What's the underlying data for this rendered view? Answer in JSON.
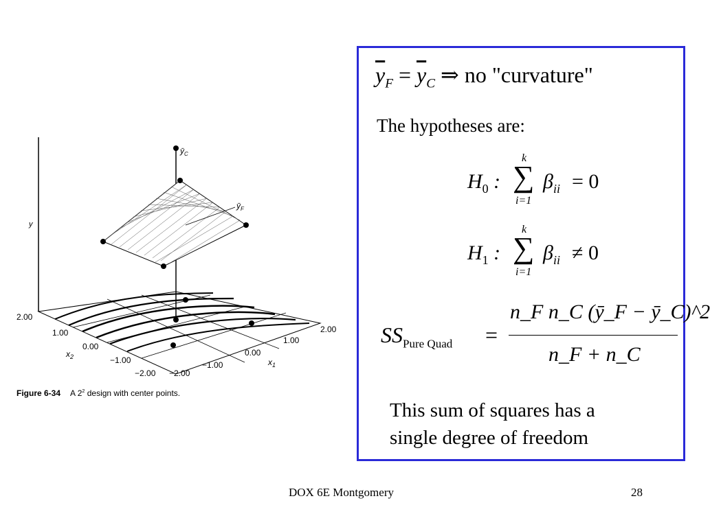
{
  "figure": {
    "caption_label": "Figure 6-34",
    "caption_text_pre": "A 2",
    "caption_sup": "2",
    "caption_text_post": " design with center points.",
    "axis_y": "y",
    "label_yc": "ȳ",
    "label_yc_sub": "C",
    "label_yf": "ȳ",
    "label_yf_sub": "F",
    "x2_label": "x",
    "x2_sub": "2",
    "x1_label": "x",
    "x1_sub": "1",
    "x2_ticks": [
      "2.00",
      "1.00",
      "0.00",
      "−1.00",
      "−2.00"
    ],
    "x1_ticks": [
      "−2.00",
      "−1.00",
      "0.00",
      "1.00",
      "2.00"
    ]
  },
  "box": {
    "eq1_lhs": "y",
    "eq1_lhs_sub": "F",
    "eq1_eq": "=",
    "eq1_rhs": "y",
    "eq1_rhs_sub": "C",
    "eq1_arrow": "⇒",
    "eq1_text": "no \"curvature\"",
    "hyp_intro": "The hypotheses are:",
    "h0_sym": "H",
    "h0_sub": "0",
    "h1_sym": "H",
    "h1_sub": "1",
    "sum_upper": "k",
    "sum_lower": "i=1",
    "beta": "β",
    "beta_sub": "ii",
    "h0_rel": "= 0",
    "h1_rel": "≠ 0",
    "ss_sym": "SS",
    "ss_sub": "Pure Quad",
    "ss_num": "n_F n_C (ȳ_F − ȳ_C)^2",
    "ss_den": "n_F + n_C",
    "closing_line1": "This sum of squares has a",
    "closing_line2": "single degree of freedom"
  },
  "footer": {
    "center": "DOX 6E Montgomery",
    "page": "28"
  }
}
